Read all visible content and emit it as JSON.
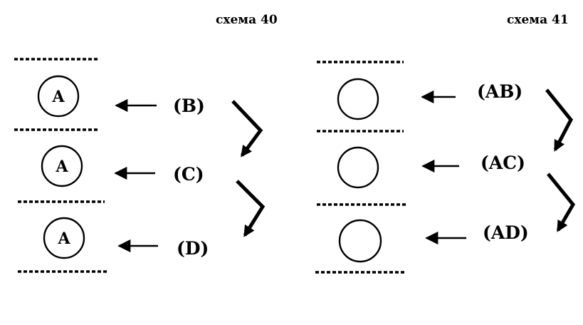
{
  "schemes": [
    {
      "title": "схема 40",
      "circle_labels": [
        "A",
        "A",
        "A"
      ],
      "species_labels": [
        "(B)",
        "(C)",
        "(D)"
      ]
    },
    {
      "title": "схема 41",
      "circle_labels": [
        "",
        "",
        ""
      ],
      "species_labels": [
        "(AB)",
        "(AC)",
        "(AD)"
      ]
    }
  ]
}
